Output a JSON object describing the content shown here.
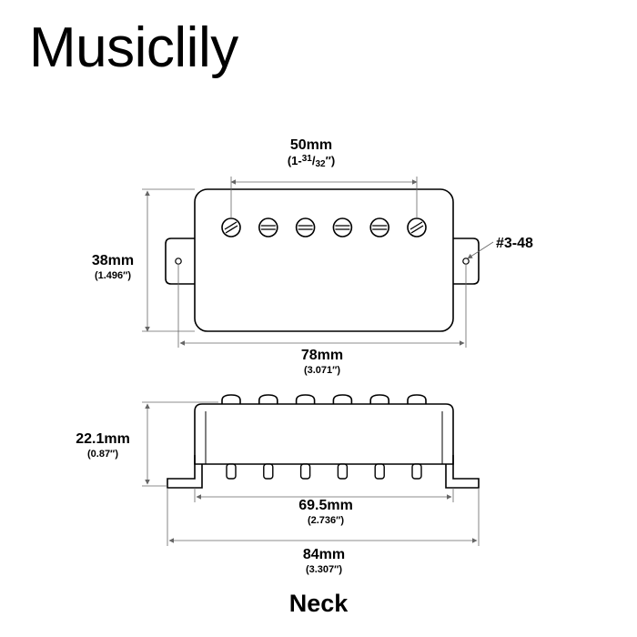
{
  "brand": "Musiclily",
  "footer_label": "Neck",
  "dimensions": {
    "pole_spacing": {
      "value": "50mm",
      "imperial_prefix": "(1-",
      "frac_num": "31",
      "frac_sep": "/",
      "frac_den": "32",
      "imperial_suffix": "″)"
    },
    "cover_width": {
      "value": "38mm",
      "imperial": "(1.496″)"
    },
    "mount_width": {
      "value": "78mm",
      "imperial": "(3.071″)"
    },
    "screw": {
      "value": "#3-48"
    },
    "height": {
      "value": "22.1mm",
      "imperial": "(0.87″)"
    },
    "inner_width": {
      "value": "69.5mm",
      "imperial": "(2.736″)"
    },
    "overall_width": {
      "value": "84mm",
      "imperial": "(3.307″)"
    }
  },
  "pole_count": 6
}
